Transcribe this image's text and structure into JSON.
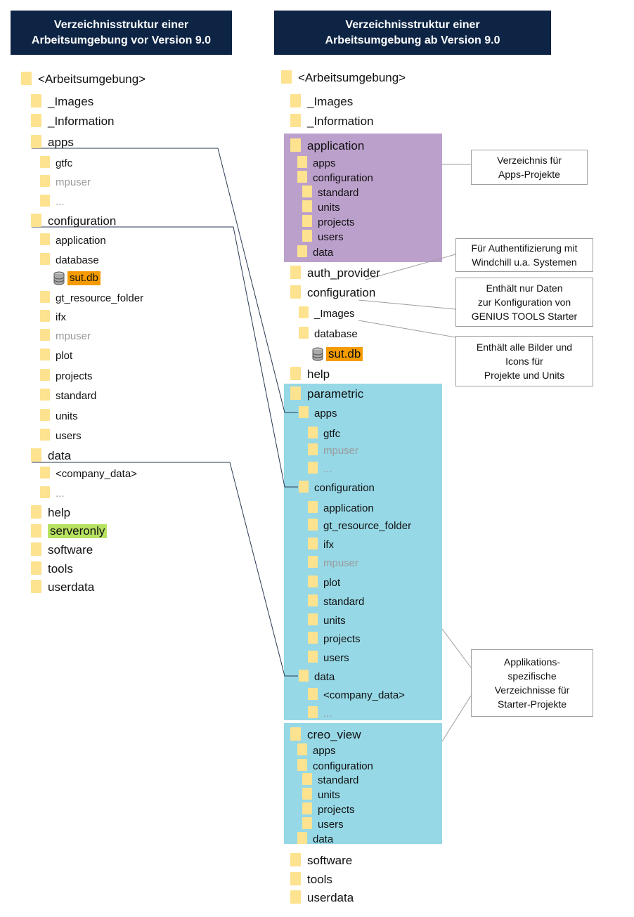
{
  "headers": {
    "left": {
      "line1": "Verzeichnisstruktur einer",
      "line2": "Arbeitsumgebung vor Version 9.0"
    },
    "right": {
      "line1": "Verzeichnisstruktur einer",
      "line2": "Arbeitsumgebung ab Version 9.0"
    }
  },
  "colors": {
    "header_bg": "#0d2445",
    "folder": "#fde28f",
    "application_bg": "#bca0cc",
    "parametric_bg": "#96d8e6",
    "highlight_orange": "#f59b00",
    "highlight_green": "#b7e262"
  },
  "left_tree": [
    {
      "label": "<Arbeitsumgebung>"
    },
    {
      "label": "_Images"
    },
    {
      "label": "_Information"
    },
    {
      "label": "apps"
    },
    {
      "label": "gtfc"
    },
    {
      "label": "mpuser"
    },
    {
      "label": "..."
    },
    {
      "label": "configuration"
    },
    {
      "label": "application"
    },
    {
      "label": "database"
    },
    {
      "label": "sut.db"
    },
    {
      "label": "gt_resource_folder"
    },
    {
      "label": "ifx"
    },
    {
      "label": "mpuser"
    },
    {
      "label": "plot"
    },
    {
      "label": "projects"
    },
    {
      "label": "standard"
    },
    {
      "label": "units"
    },
    {
      "label": "users"
    },
    {
      "label": "data"
    },
    {
      "label": "<company_data>"
    },
    {
      "label": "..."
    },
    {
      "label": "help"
    },
    {
      "label": "serveronly"
    },
    {
      "label": "software"
    },
    {
      "label": "tools"
    },
    {
      "label": "userdata"
    }
  ],
  "right_tree": [
    {
      "label": "<Arbeitsumgebung>"
    },
    {
      "label": "_Images"
    },
    {
      "label": "_Information"
    },
    {
      "label": "application"
    },
    {
      "label": "apps"
    },
    {
      "label": "configuration"
    },
    {
      "label": "standard"
    },
    {
      "label": "units"
    },
    {
      "label": "projects"
    },
    {
      "label": "users"
    },
    {
      "label": "data"
    },
    {
      "label": "auth_provider"
    },
    {
      "label": "configuration"
    },
    {
      "label": "_Images"
    },
    {
      "label": "database"
    },
    {
      "label": "sut.db"
    },
    {
      "label": "help"
    },
    {
      "label": "parametric"
    },
    {
      "label": "apps"
    },
    {
      "label": "gtfc"
    },
    {
      "label": "mpuser"
    },
    {
      "label": "..."
    },
    {
      "label": "configuration"
    },
    {
      "label": "application"
    },
    {
      "label": "gt_resource_folder"
    },
    {
      "label": "ifx"
    },
    {
      "label": "mpuser"
    },
    {
      "label": "plot"
    },
    {
      "label": "standard"
    },
    {
      "label": "units"
    },
    {
      "label": "projects"
    },
    {
      "label": "users"
    },
    {
      "label": "data"
    },
    {
      "label": "<company_data>"
    },
    {
      "label": "..."
    },
    {
      "label": "creo_view"
    },
    {
      "label": "apps"
    },
    {
      "label": "configuration"
    },
    {
      "label": "standard"
    },
    {
      "label": "units"
    },
    {
      "label": "projects"
    },
    {
      "label": "users"
    },
    {
      "label": "data"
    },
    {
      "label": "software"
    },
    {
      "label": "tools"
    },
    {
      "label": "userdata"
    }
  ],
  "notes": [
    {
      "lines": [
        "Verzeichnis für",
        "Apps-Projekte"
      ]
    },
    {
      "lines": [
        "Für Authentifizierung mit",
        "Windchill u.a. Systemen"
      ]
    },
    {
      "lines": [
        "Enthält nur Daten",
        "zur Konfiguration von",
        "GENIUS TOOLS Starter"
      ]
    },
    {
      "lines": [
        "Enthält alle Bilder und",
        "Icons für",
        "Projekte und Units"
      ]
    },
    {
      "lines": [
        "Applikations-",
        "spezifische",
        "Verzeichnisse für",
        "Starter-Projekte"
      ]
    }
  ]
}
